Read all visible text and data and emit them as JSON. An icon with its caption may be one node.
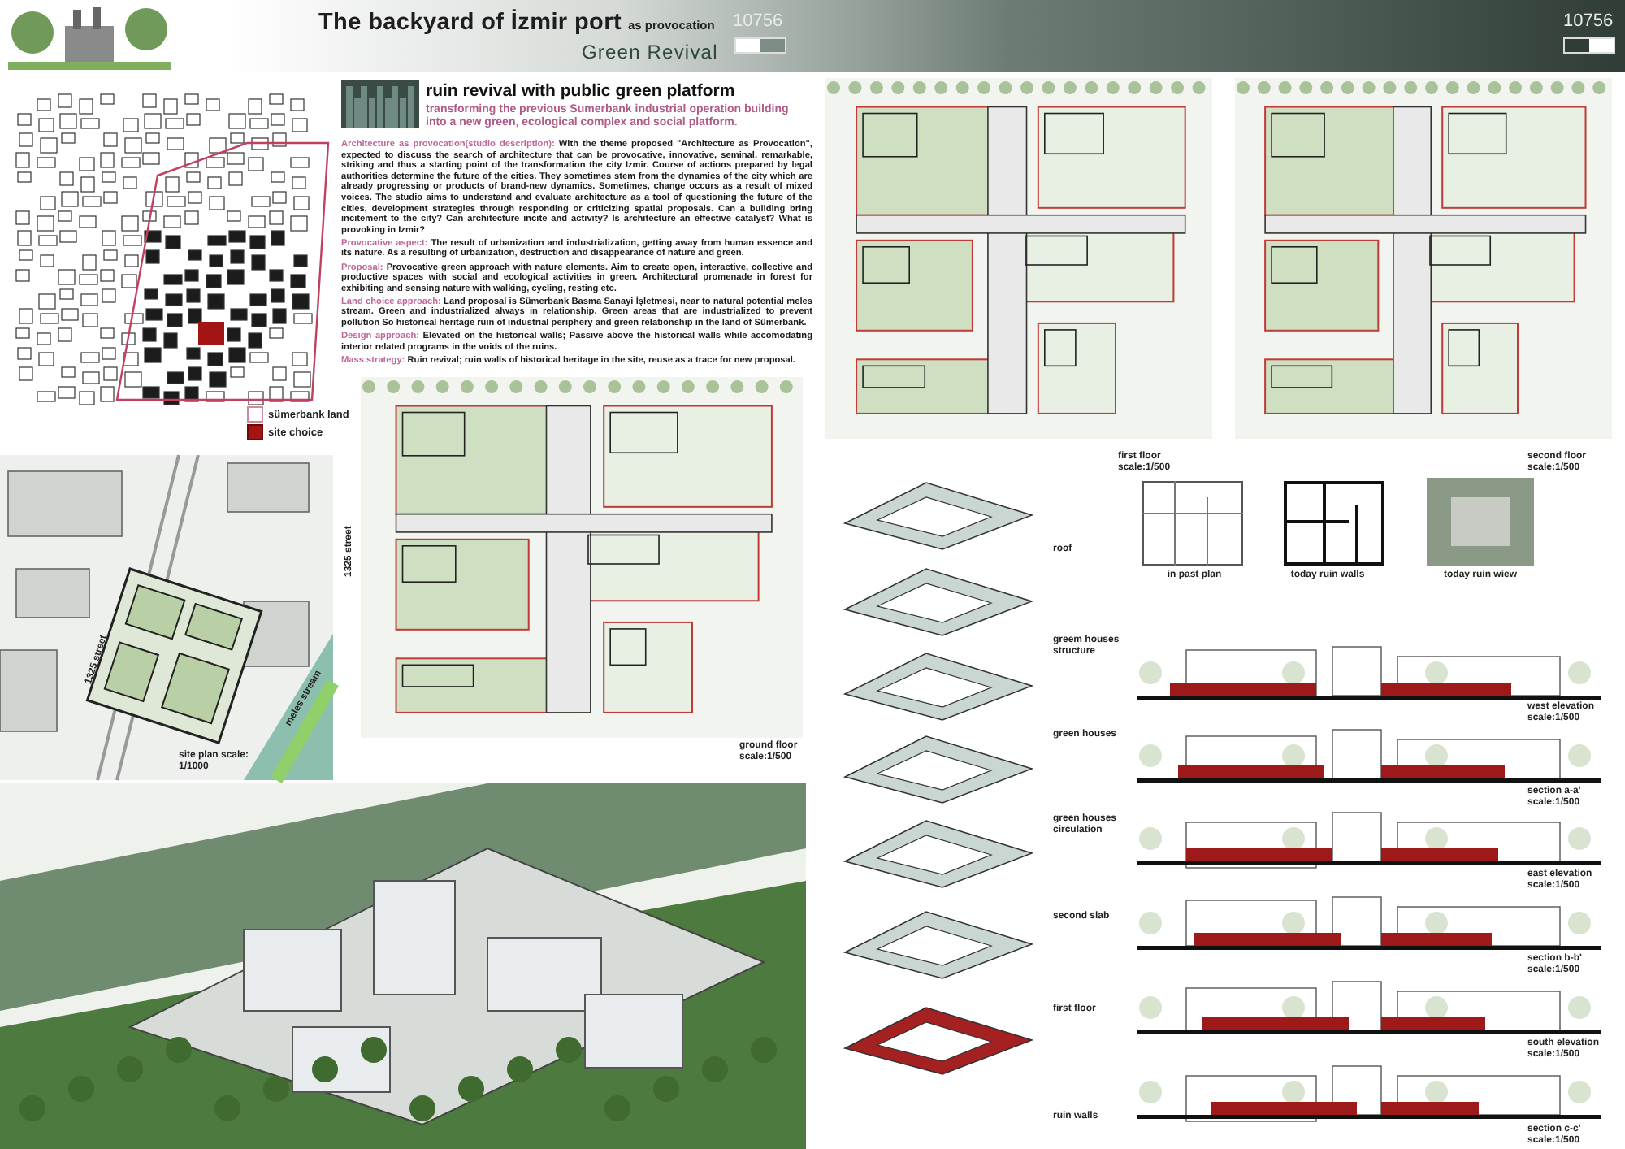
{
  "diagram": {
    "title": "The backyard of İzmir port",
    "labels": [
      "as provocation",
      "Green Revival",
      "10756",
      "10756",
      "ruin revival with public green platform",
      "transforming the previous Sumerbank industrial operation building into a new green, ecological complex and social platform.",
      "Architecture as provocation(studio description):",
      "With the theme proposed \"Architecture as Provocation\", expected to discuss the search of architecture that can be provocative, innovative, seminal, remarkable, striking and thus a starting point of the transformation the city Izmir. Course of actions prepared by legal authorities determine the future of the cities. They sometimes stem from the dynamics of the city which are already progressing or products of brand-new dynamics. Sometimes, change occurs as a result of mixed voices. The studio aims to understand and evaluate architecture as a tool of questioning the future of the cities, development strategies through responding or criticizing spatial proposals. Can a building bring incitement to the city? Can architecture incite and activity? Is architecture an effective catalyst? What is provoking in Izmir?",
      "Provocative aspect:",
      "The result of urbanization and industrialization, getting away from human essence and its nature. As a resulting of urbanization, destruction and disappearance of nature and green.",
      "Proposal:",
      "Provocative green approach with nature elements. Aim to create open, interactive, collective and productive spaces with social and ecological activities in green. Architectural promenade in forest for exhibiting and sensing nature with walking, cycling, resting etc.",
      "Land choice approach:",
      "Land proposal is Sümerbank Basma Sanayi İşletmesi, near to natural potential meles stream. Green and industrialized always in relationship. Green areas that are industrialized to prevent pollution So historical heritage ruin of industrial periphery and green relationship in the land of Sümerbank.",
      "Design approach:",
      "Elevated on the historical walls; Passive above the historical walls while accomodating interior related programs in the voids of the ruins.",
      "Mass strategy:",
      "Ruin revival; ruin walls of historical heritage in the site, reuse as a trace for new proposal.",
      "1325 street",
      "meles stream",
      "site plan scale: 1/1000",
      "1325 street",
      "ground floor scale:1/500",
      "first floor scale:1/500",
      "second floor scale:1/500",
      "roof",
      "greem houses structure",
      "green houses",
      "green houses circulation",
      "second slab",
      "first floor",
      "ruin walls",
      "in past plan",
      "today ruin walls",
      "today ruin wiew",
      "west elevation scale:1/500",
      "section a-a' scale:1/500",
      "east elevation scale:1/500",
      "section b-b' scale:1/500",
      "south elevation scale:1/500",
      "section c-c' scale:1/500"
    ],
    "legend": [
      {
        "text": "sümerbank land"
      },
      {
        "text": "site choice",
        "color": "#a31414"
      }
    ]
  }
}
